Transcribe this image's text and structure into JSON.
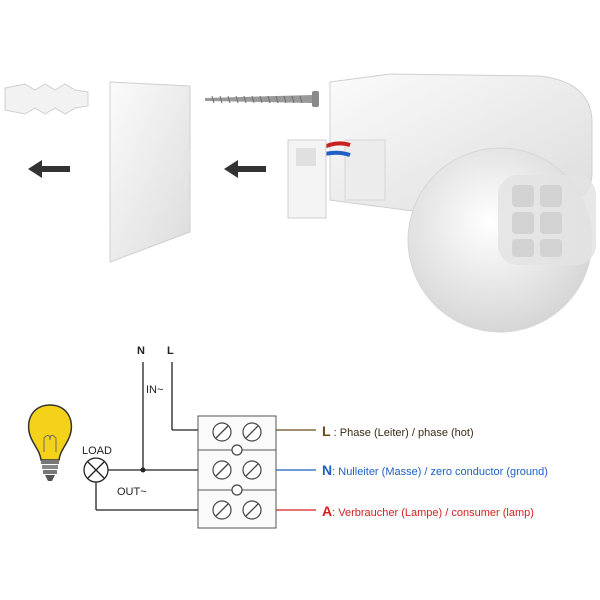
{
  "diagram": {
    "terminals": {
      "n_label": "N",
      "l_label": "L",
      "in_label": "IN~",
      "out_label": "OUT~",
      "load_label": "LOAD"
    },
    "legend": [
      {
        "letter": "L",
        "separator": " : ",
        "text": "Phase (Leiter) / phase (hot)",
        "color": "#3a2b16",
        "letter_color": "#6b4a1a"
      },
      {
        "letter": "N",
        "separator": ": ",
        "text": "Nulleiter (Masse) / zero  conductor (ground)",
        "color": "#1f5fc4",
        "letter_color": "#1f5fc4"
      },
      {
        "letter": "A",
        "separator": ": ",
        "text": "Verbraucher (Lampe) / consumer (lamp)",
        "color": "#d42020",
        "letter_color": "#d42020"
      }
    ],
    "wire_colors": {
      "phase": "#6b4a1a",
      "neutral": "#1f5fc4",
      "consumer": "#d42020",
      "black": "#222222"
    },
    "bulb_color": "#f5d21a"
  }
}
